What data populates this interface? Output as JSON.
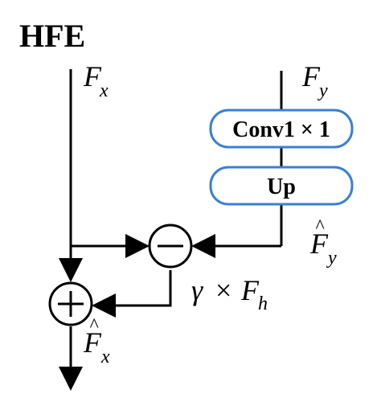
{
  "diagram": {
    "title": "HFE",
    "inputs": {
      "x": {
        "base": "F",
        "sub": "x"
      },
      "y": {
        "base": "F",
        "sub": "y"
      }
    },
    "blocks": [
      {
        "label": "Conv1 × 1"
      },
      {
        "label": "Up"
      }
    ],
    "intermediate": {
      "base": "F",
      "hat": "^",
      "sub": "y"
    },
    "residual": {
      "gamma": "γ",
      "times": "×",
      "base": "F",
      "sub": "h"
    },
    "output": {
      "base": "F",
      "hat": "^",
      "sub": "x"
    },
    "operators": {
      "subtract": "−",
      "add": "+"
    },
    "colors": {
      "line": "#000000",
      "box_border": "#3a7fd5",
      "box_fill": "#ffffff"
    }
  }
}
